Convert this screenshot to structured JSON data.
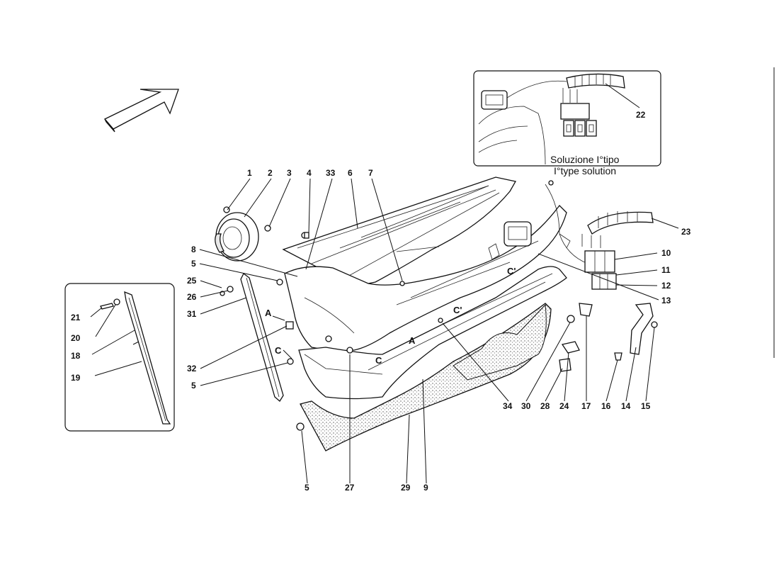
{
  "inset_caption": {
    "line1": "Soluzione I°tipo",
    "line2": "I°type solution"
  },
  "callouts": [
    {
      "id": "1",
      "label": "1"
    },
    {
      "id": "2",
      "label": "2"
    },
    {
      "id": "3",
      "label": "3"
    },
    {
      "id": "4",
      "label": "4"
    },
    {
      "id": "33",
      "label": "33"
    },
    {
      "id": "6",
      "label": "6"
    },
    {
      "id": "7",
      "label": "7"
    },
    {
      "id": "8",
      "label": "8"
    },
    {
      "id": "5a",
      "label": "5"
    },
    {
      "id": "25",
      "label": "25"
    },
    {
      "id": "26",
      "label": "26"
    },
    {
      "id": "31",
      "label": "31"
    },
    {
      "id": "21",
      "label": "21"
    },
    {
      "id": "20",
      "label": "20"
    },
    {
      "id": "18",
      "label": "18"
    },
    {
      "id": "19",
      "label": "19"
    },
    {
      "id": "32",
      "label": "32"
    },
    {
      "id": "5b",
      "label": "5"
    },
    {
      "id": "5c",
      "label": "5"
    },
    {
      "id": "27",
      "label": "27"
    },
    {
      "id": "29",
      "label": "29"
    },
    {
      "id": "9",
      "label": "9"
    },
    {
      "id": "34",
      "label": "34"
    },
    {
      "id": "30",
      "label": "30"
    },
    {
      "id": "28",
      "label": "28"
    },
    {
      "id": "24",
      "label": "24"
    },
    {
      "id": "17",
      "label": "17"
    },
    {
      "id": "16",
      "label": "16"
    },
    {
      "id": "14",
      "label": "14"
    },
    {
      "id": "15",
      "label": "15"
    },
    {
      "id": "13",
      "label": "13"
    },
    {
      "id": "12",
      "label": "12"
    },
    {
      "id": "11",
      "label": "11"
    },
    {
      "id": "10",
      "label": "10"
    },
    {
      "id": "23",
      "label": "23"
    },
    {
      "id": "22",
      "label": "22"
    }
  ],
  "reference_letters": {
    "a1": "A",
    "a2": "A",
    "c1": "C",
    "c2": "C",
    "c3": "C'",
    "c4": "C'"
  }
}
